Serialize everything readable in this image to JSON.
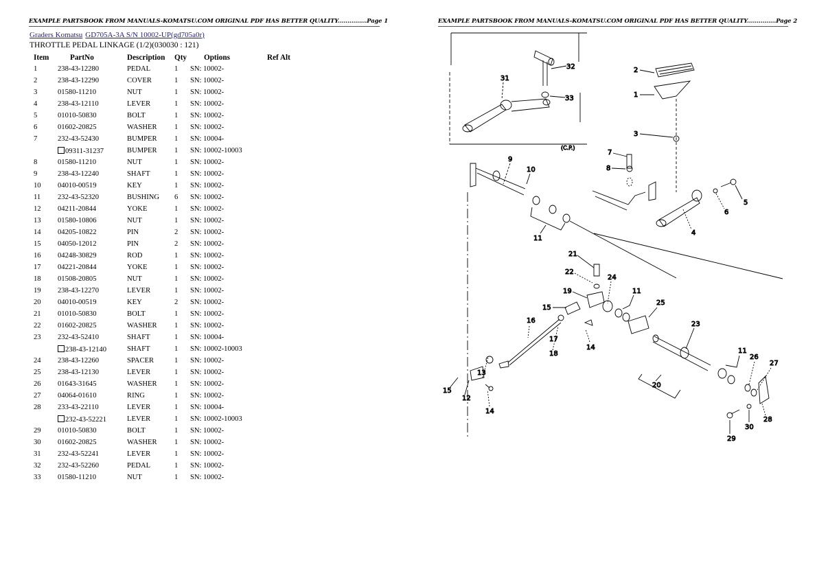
{
  "pages": {
    "left": {
      "header": "EXAMPLE PARTSBOOK FROM MANUALS-KOMATSU.COM ORIGINAL PDF HAS BETTER QUALITY...............Page 1"
    },
    "right": {
      "header": "EXAMPLE PARTSBOOK FROM MANUALS-KOMATSU.COM ORIGINAL PDF HAS BETTER QUALITY...............Page 2"
    }
  },
  "breadcrumb": {
    "category": "Graders Komatsu",
    "model": "GD705A-3A S/N 10002-UP(gd705a0r)"
  },
  "section_title": "THROTTLE PEDAL LINKAGE (1/2)(030030 : 121)",
  "table": {
    "columns": [
      "Item",
      "PartNo",
      "Description",
      "Qty",
      "Options",
      "Ref Alt"
    ],
    "rows": [
      {
        "item": "1",
        "part": "238-43-12280",
        "desc": "PEDAL",
        "qty": "1",
        "opt": "SN: 10002-",
        "alt": false
      },
      {
        "item": "2",
        "part": "238-43-12290",
        "desc": "COVER",
        "qty": "1",
        "opt": "SN: 10002-",
        "alt": false
      },
      {
        "item": "3",
        "part": "01580-11210",
        "desc": "NUT",
        "qty": "1",
        "opt": "SN: 10002-",
        "alt": false
      },
      {
        "item": "4",
        "part": "238-43-12110",
        "desc": "LEVER",
        "qty": "1",
        "opt": "SN: 10002-",
        "alt": false
      },
      {
        "item": "5",
        "part": "01010-50830",
        "desc": "BOLT",
        "qty": "1",
        "opt": "SN: 10002-",
        "alt": false
      },
      {
        "item": "6",
        "part": "01602-20825",
        "desc": "WASHER",
        "qty": "1",
        "opt": "SN: 10002-",
        "alt": false
      },
      {
        "item": "7",
        "part": "232-43-52430",
        "desc": "BUMPER",
        "qty": "1",
        "opt": "SN: 10004-",
        "alt": false
      },
      {
        "item": "",
        "part": "09311-31237",
        "desc": "BUMPER",
        "qty": "1",
        "opt": "SN: 10002-10003",
        "alt": true
      },
      {
        "item": "8",
        "part": "01580-11210",
        "desc": "NUT",
        "qty": "1",
        "opt": "SN: 10002-",
        "alt": false
      },
      {
        "item": "9",
        "part": "238-43-12240",
        "desc": "SHAFT",
        "qty": "1",
        "opt": "SN: 10002-",
        "alt": false
      },
      {
        "item": "10",
        "part": "04010-00519",
        "desc": "KEY",
        "qty": "1",
        "opt": "SN: 10002-",
        "alt": false
      },
      {
        "item": "11",
        "part": "232-43-52320",
        "desc": "BUSHING",
        "qty": "6",
        "opt": "SN: 10002-",
        "alt": false
      },
      {
        "item": "12",
        "part": "04211-20844",
        "desc": "YOKE",
        "qty": "1",
        "opt": "SN: 10002-",
        "alt": false
      },
      {
        "item": "13",
        "part": "01580-10806",
        "desc": "NUT",
        "qty": "1",
        "opt": "SN: 10002-",
        "alt": false
      },
      {
        "item": "14",
        "part": "04205-10822",
        "desc": "PIN",
        "qty": "2",
        "opt": "SN: 10002-",
        "alt": false
      },
      {
        "item": "15",
        "part": "04050-12012",
        "desc": "PIN",
        "qty": "2",
        "opt": "SN: 10002-",
        "alt": false
      },
      {
        "item": "16",
        "part": "04248-30829",
        "desc": "ROD",
        "qty": "1",
        "opt": "SN: 10002-",
        "alt": false
      },
      {
        "item": "17",
        "part": "04221-20844",
        "desc": "YOKE",
        "qty": "1",
        "opt": "SN: 10002-",
        "alt": false
      },
      {
        "item": "18",
        "part": "01508-20805",
        "desc": "NUT",
        "qty": "1",
        "opt": "SN: 10002-",
        "alt": false
      },
      {
        "item": "19",
        "part": "238-43-12270",
        "desc": "LEVER",
        "qty": "1",
        "opt": "SN: 10002-",
        "alt": false
      },
      {
        "item": "20",
        "part": "04010-00519",
        "desc": "KEY",
        "qty": "2",
        "opt": "SN: 10002-",
        "alt": false
      },
      {
        "item": "21",
        "part": "01010-50830",
        "desc": "BOLT",
        "qty": "1",
        "opt": "SN: 10002-",
        "alt": false
      },
      {
        "item": "22",
        "part": "01602-20825",
        "desc": "WASHER",
        "qty": "1",
        "opt": "SN: 10002-",
        "alt": false
      },
      {
        "item": "23",
        "part": "232-43-52410",
        "desc": "SHAFT",
        "qty": "1",
        "opt": "SN: 10004-",
        "alt": false
      },
      {
        "item": "",
        "part": "238-43-12140",
        "desc": "SHAFT",
        "qty": "1",
        "opt": "SN: 10002-10003",
        "alt": true
      },
      {
        "item": "24",
        "part": "238-43-12260",
        "desc": "SPACER",
        "qty": "1",
        "opt": "SN: 10002-",
        "alt": false
      },
      {
        "item": "25",
        "part": "238-43-12130",
        "desc": "LEVER",
        "qty": "1",
        "opt": "SN: 10002-",
        "alt": false
      },
      {
        "item": "26",
        "part": "01643-31645",
        "desc": "WASHER",
        "qty": "1",
        "opt": "SN: 10002-",
        "alt": false
      },
      {
        "item": "27",
        "part": "04064-01610",
        "desc": "RING",
        "qty": "1",
        "opt": "SN: 10002-",
        "alt": false
      },
      {
        "item": "28",
        "part": "233-43-22110",
        "desc": "LEVER",
        "qty": "1",
        "opt": "SN: 10004-",
        "alt": false
      },
      {
        "item": "",
        "part": "232-43-52221",
        "desc": "LEVER",
        "qty": "1",
        "opt": "SN: 10002-10003",
        "alt": true
      },
      {
        "item": "29",
        "part": "01010-50830",
        "desc": "BOLT",
        "qty": "1",
        "opt": "SN: 10002-",
        "alt": false
      },
      {
        "item": "30",
        "part": "01602-20825",
        "desc": "WASHER",
        "qty": "1",
        "opt": "SN: 10002-",
        "alt": false
      },
      {
        "item": "31",
        "part": "232-43-52241",
        "desc": "LEVER",
        "qty": "1",
        "opt": "SN: 10002-",
        "alt": false
      },
      {
        "item": "32",
        "part": "232-43-52260",
        "desc": "PEDAL",
        "qty": "1",
        "opt": "SN: 10002-",
        "alt": false
      },
      {
        "item": "33",
        "part": "01580-11210",
        "desc": "NUT",
        "qty": "1",
        "opt": "SN: 10002-",
        "alt": false
      }
    ]
  },
  "diagram": {
    "inset_note": "(C.P.)",
    "callouts": [
      "1",
      "2",
      "3",
      "4",
      "5",
      "6",
      "7",
      "8",
      "9",
      "10",
      "11",
      "11",
      "11",
      "12",
      "13",
      "14",
      "14",
      "15",
      "15",
      "16",
      "17",
      "18",
      "19",
      "20",
      "21",
      "22",
      "23",
      "24",
      "25",
      "26",
      "27",
      "28",
      "29",
      "30",
      "31",
      "32",
      "33"
    ]
  },
  "colors": {
    "link": "#1a1aa6",
    "text": "#000000",
    "rule": "#555555"
  }
}
